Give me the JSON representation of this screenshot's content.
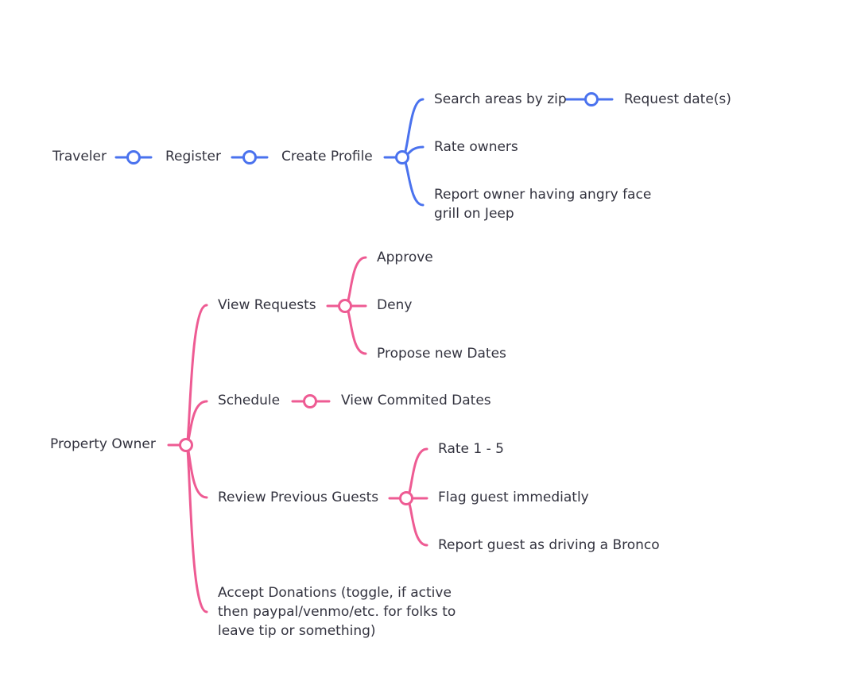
{
  "colors": {
    "traveler_branch": "#4a72ee",
    "owner_branch": "#ee5b93",
    "text": "#33333f",
    "background": "#ffffff"
  },
  "traveler": {
    "root": "Traveler",
    "register": "Register",
    "create_profile": "Create Profile",
    "search_areas": "Search areas by zip",
    "request_dates": "Request date(s)",
    "rate_owners": "Rate owners",
    "report_owner": "Report owner having angry face\ngrill on Jeep"
  },
  "owner": {
    "root": "Property Owner",
    "view_requests": "View Requests",
    "approve": "Approve",
    "deny": "Deny",
    "propose_dates": "Propose new Dates",
    "schedule": "Schedule",
    "view_committed": "View Commited Dates",
    "review_guests": "Review Previous Guests",
    "rate": "Rate 1 - 5",
    "flag_guest": "Flag guest immediatly",
    "report_guest": "Report guest as driving a Bronco",
    "accept_donations": "Accept Donations (toggle, if active\nthen paypal/venmo/etc. for folks to\nleave tip or something)"
  }
}
